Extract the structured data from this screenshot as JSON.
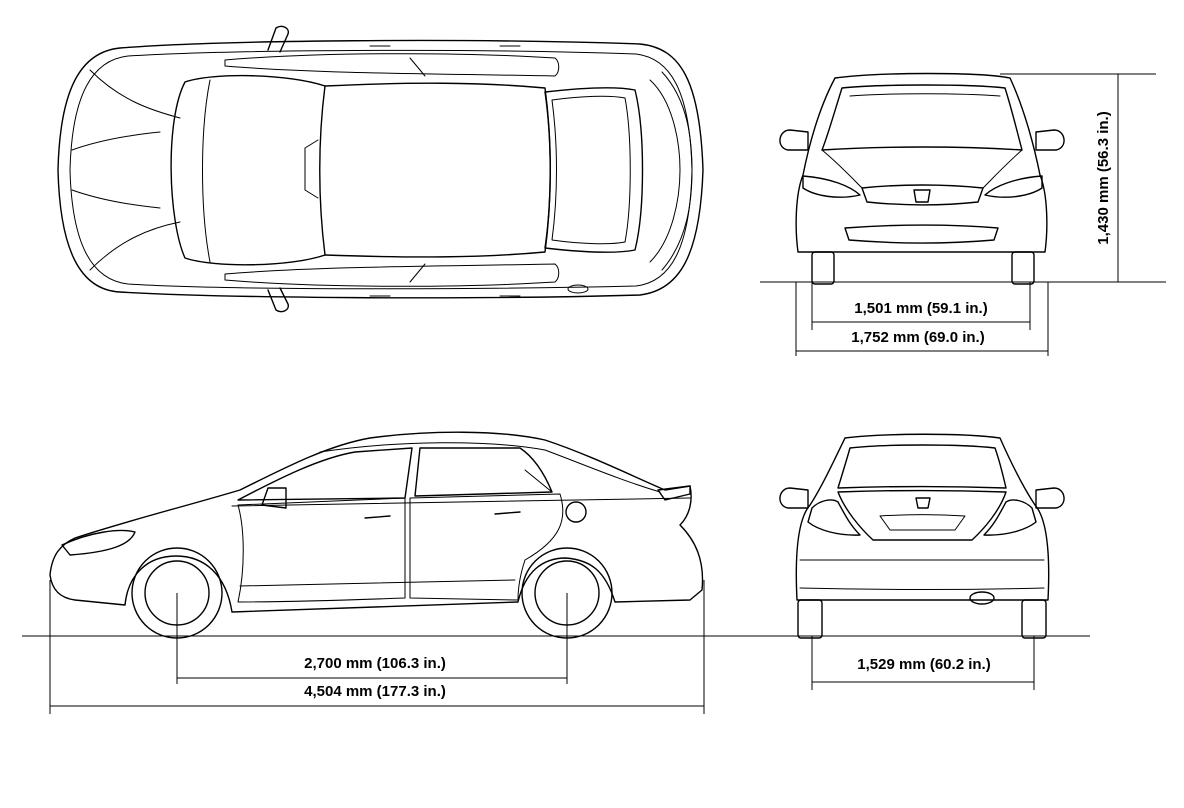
{
  "diagram": {
    "views": [
      {
        "id": "top",
        "label": ""
      },
      {
        "id": "front",
        "label": ""
      },
      {
        "id": "side",
        "label": ""
      },
      {
        "id": "rear",
        "label": ""
      }
    ],
    "dimensions": {
      "front_track": "1,501 mm (59.1 in.)",
      "overall_width": "1,752 mm (69.0 in.)",
      "overall_height": "1,430 mm (56.3 in.)",
      "wheelbase": "2,700 mm (106.3 in.)",
      "overall_length": "4,504 mm (177.3 in.)",
      "rear_track": "1,529 mm (60.2 in.)"
    },
    "colors": {
      "line": "#000000",
      "background": "#ffffff"
    }
  }
}
